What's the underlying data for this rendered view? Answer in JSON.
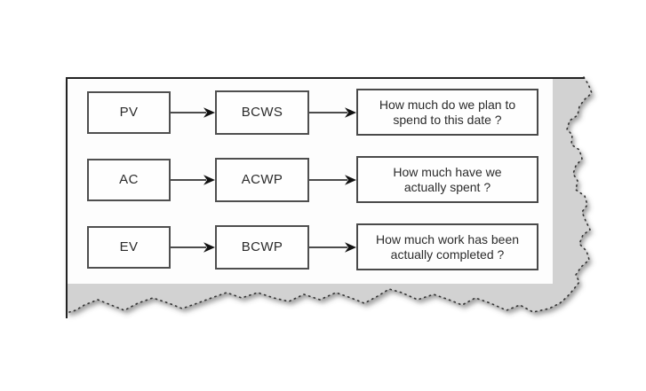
{
  "diagram": {
    "rows": [
      {
        "code": "PV",
        "metric": "BCWS",
        "question": [
          "How much do we plan to",
          "spend to this date ?"
        ]
      },
      {
        "code": "AC",
        "metric": "ACWP",
        "question": [
          "How much have we",
          "actually spent ?"
        ]
      },
      {
        "code": "EV",
        "metric": "BCWP",
        "question": [
          "How much work has been",
          "actually completed ?"
        ]
      }
    ]
  },
  "icons": {
    "arrow": "arrow-right-icon"
  },
  "colors": {
    "background": "#ffffff",
    "torn_paper_gray": "#d2d2d2",
    "panel_border": "#222222",
    "box_border": "#4f4f4f",
    "text": "#2b2b2b",
    "arrow": "#111111",
    "tear_speck": "#333333"
  }
}
